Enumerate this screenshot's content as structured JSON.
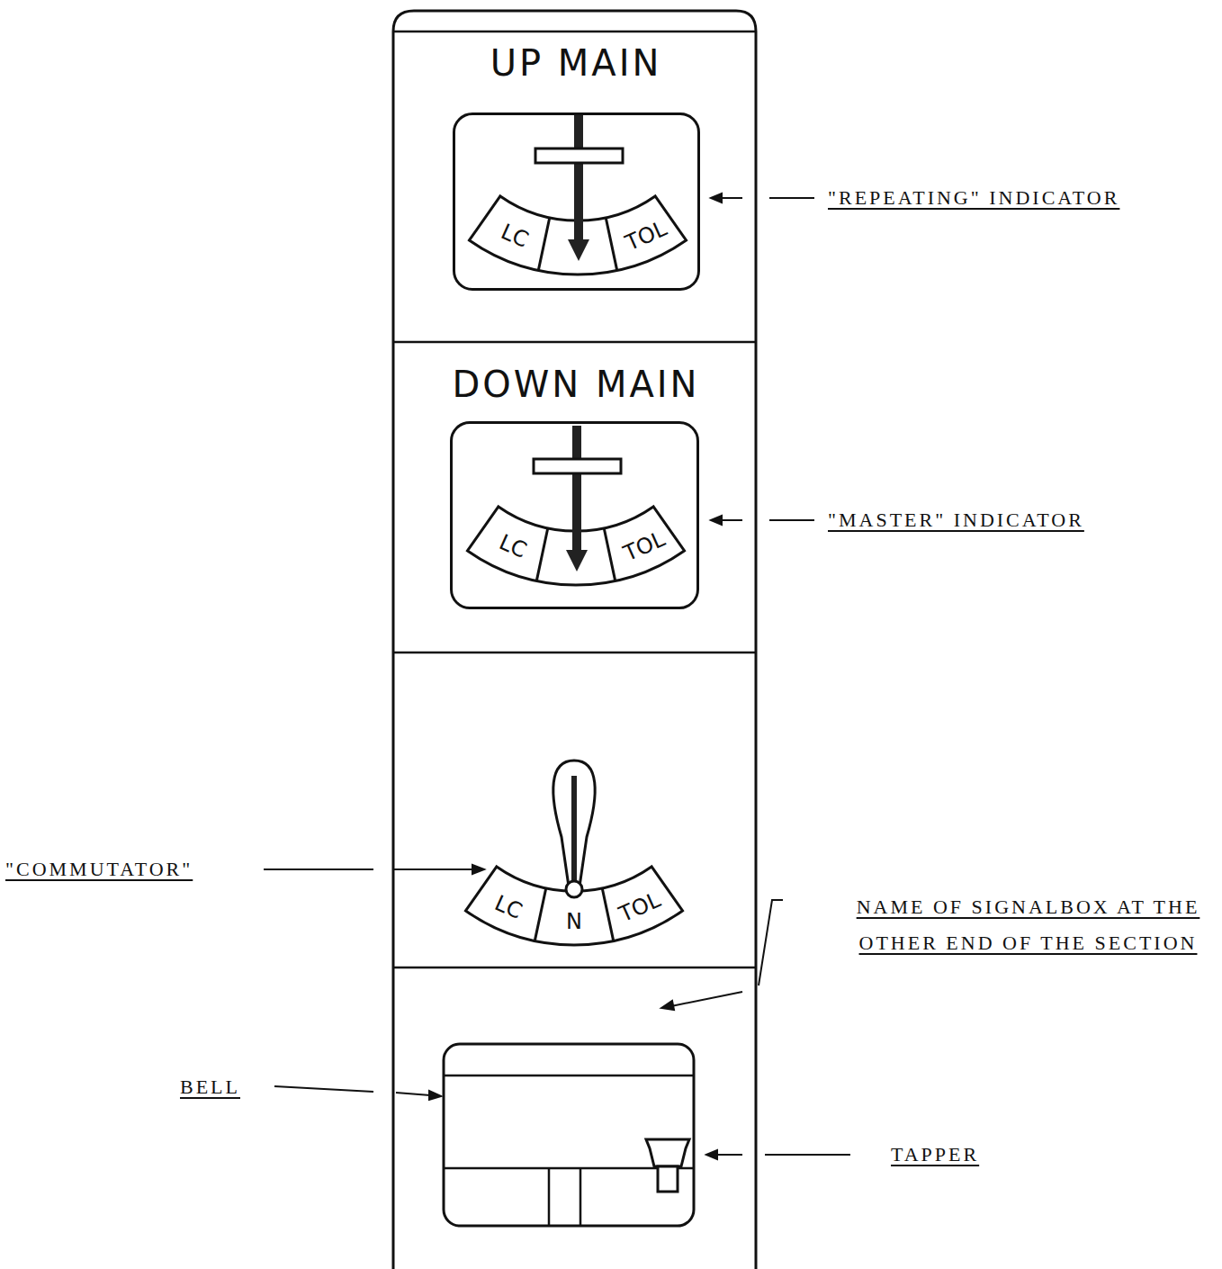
{
  "diagram": {
    "nodes": [
      {
        "text": [
          "UP MAIN"
        ]
      },
      {
        "text": [
          "LC",
          "TOL"
        ],
        "in": 0
      },
      {
        "text": [
          "DOWN MAIN"
        ]
      },
      {
        "text": [
          "LC",
          "TOL"
        ],
        "in": 2
      },
      {
        "text": [
          "LC",
          "N",
          "TOL"
        ]
      }
    ],
    "labels": [
      "\"REPEATING\" INDICATOR",
      "\"MASTER\" INDICATOR",
      "\"COMMUTATOR\"",
      "NAME OF SIGNALBOX AT THE OTHER END OF THE SECTION",
      "BELL",
      "TAPPER"
    ]
  }
}
